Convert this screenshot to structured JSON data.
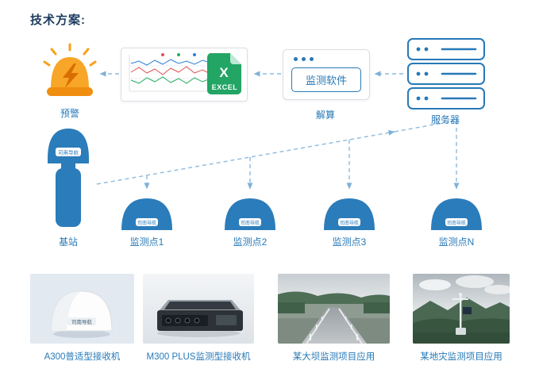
{
  "title": "技术方案:",
  "flow": {
    "alarm_label": "预警",
    "report": {
      "excel_letter": "X",
      "excel_badge": "EXCEL"
    },
    "software": {
      "name": "监测软件",
      "caption": "解算"
    },
    "server_label": "服务器"
  },
  "network": {
    "brand": "司南导航",
    "base_station_label": "基站",
    "points": [
      {
        "label": "监测点1"
      },
      {
        "label": "监测点2"
      },
      {
        "label": "监测点3"
      },
      {
        "label": "监测点N"
      }
    ]
  },
  "products": [
    {
      "label": "A300普适型接收机"
    },
    {
      "label": "M300 PLUS监测型接收机"
    },
    {
      "label": "某大坝监测项目应用"
    },
    {
      "label": "某地灾监测项目应用"
    }
  ],
  "colors": {
    "primary_blue": "#2b7cba",
    "title_navy": "#1d3c5e",
    "alarm_orange": "#f8a628",
    "excel_green": "#22a565"
  }
}
